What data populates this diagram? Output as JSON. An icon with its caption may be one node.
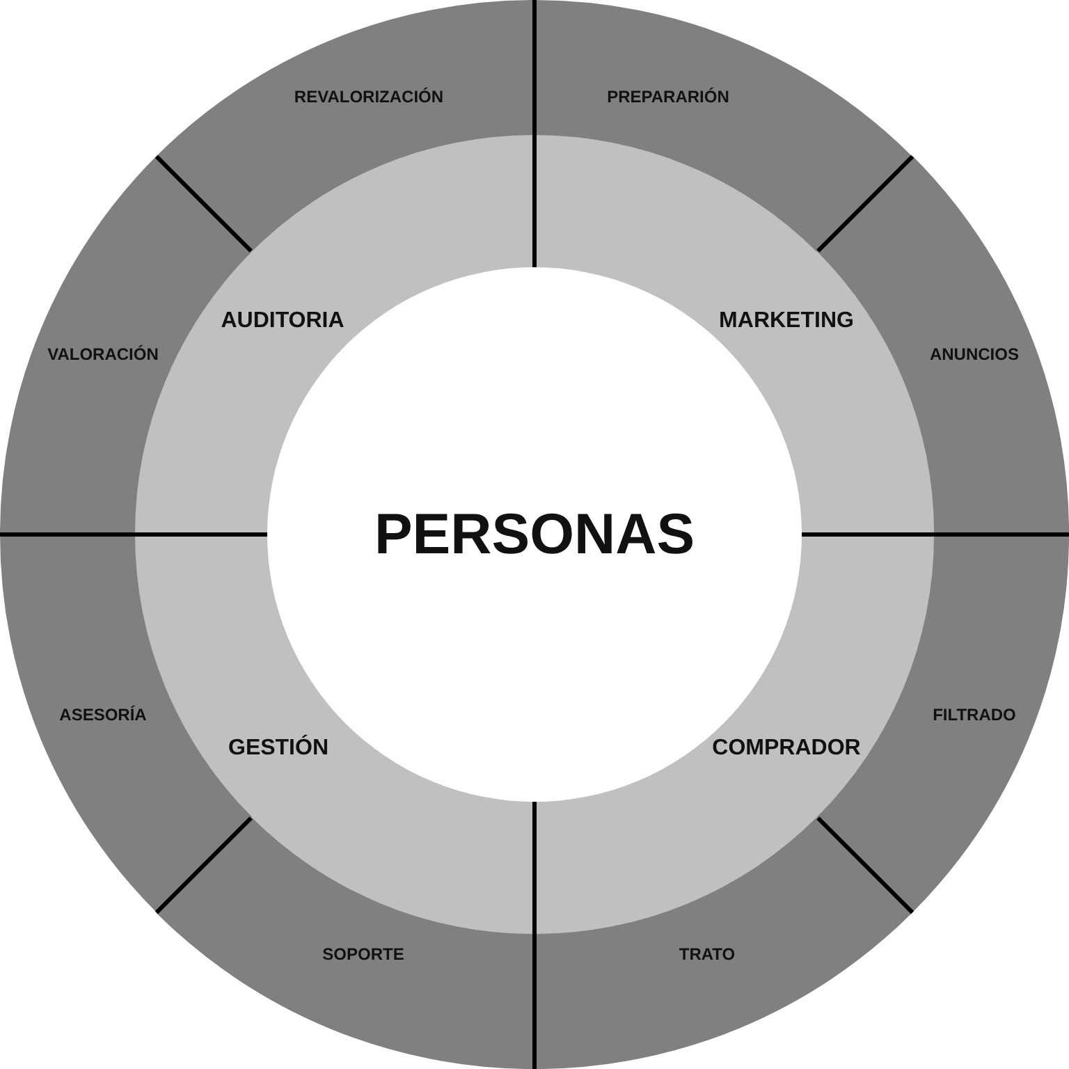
{
  "diagram": {
    "nodes": [
      {
        "text": [
          "PERSONAS"
        ]
      },
      {
        "text": [
          "AUDITORIA"
        ]
      },
      {
        "text": [
          "MARKETING"
        ]
      },
      {
        "text": [
          "COMPRADOR"
        ]
      },
      {
        "text": [
          "GESTIÓN"
        ]
      },
      {
        "text": [
          "REVALORIZACIÓN"
        ]
      },
      {
        "text": [
          "PREPARARIÓN"
        ]
      },
      {
        "text": [
          "ANUNCIOS"
        ]
      },
      {
        "text": [
          "FILTRADO"
        ]
      },
      {
        "text": [
          "TRATO"
        ]
      },
      {
        "text": [
          "SOPORTE"
        ]
      },
      {
        "text": [
          "ASESORÍA"
        ]
      },
      {
        "text": [
          "VALORACIÓN"
        ]
      }
    ]
  }
}
